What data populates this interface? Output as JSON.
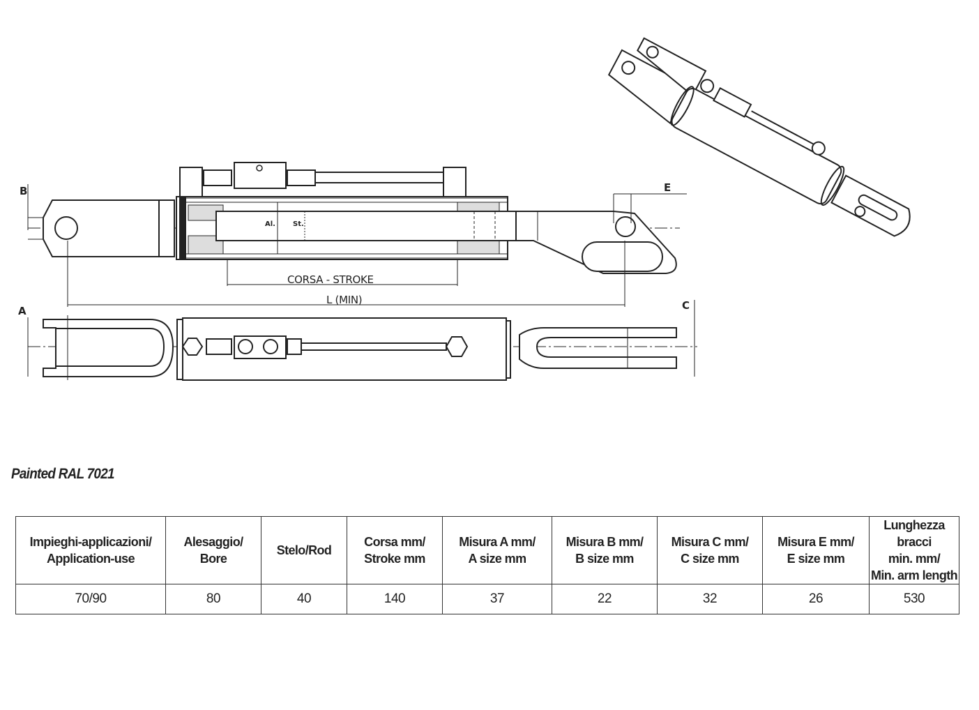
{
  "drawing": {
    "labels": {
      "b": "B",
      "e": "E",
      "a": "A",
      "c": "C",
      "al": "Al.",
      "st": "St."
    },
    "dimensions": {
      "stroke": "CORSA - STROKE",
      "length": "L (MIN)"
    }
  },
  "note": "Painted RAL 7021",
  "table": {
    "headers": [
      [
        "Impieghi-applicazioni/",
        "Application-use"
      ],
      [
        "Alesaggio/",
        "Bore"
      ],
      [
        "Stelo/Rod"
      ],
      [
        "Corsa mm/",
        "Stroke mm"
      ],
      [
        "Misura A mm/",
        "A size mm"
      ],
      [
        "Misura B mm/",
        "B size mm"
      ],
      [
        "Misura C mm/",
        "C size mm"
      ],
      [
        "Misura E mm/",
        "E size mm"
      ],
      [
        "Lunghezza bracci",
        "min. mm/",
        "Min. arm length"
      ]
    ],
    "rows": [
      [
        "70/90",
        "80",
        "40",
        "140",
        "37",
        "22",
        "32",
        "26",
        "530"
      ]
    ]
  }
}
